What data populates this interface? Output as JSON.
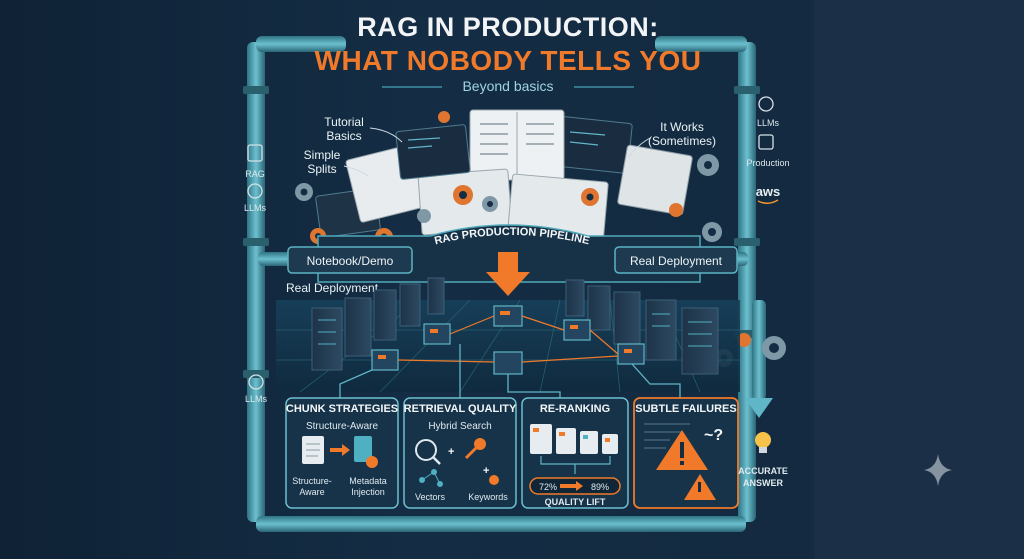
{
  "header": {
    "title_line1": "RAG IN PRODUCTION:",
    "title_line2": "WHAT NOBODY TELLS YOU",
    "subtitle": "Beyond basics"
  },
  "callouts": {
    "tutorial": "Tutorial",
    "basics": "Basics",
    "simple": "Simple",
    "splits": "Splits",
    "it_works": "It Works",
    "sometimes": "(Sometimes)"
  },
  "left_side": {
    "rag": "RAG",
    "llms": "LLMs",
    "llms_lower": "LLMs"
  },
  "right_side": {
    "llms": "LLMs",
    "production": "Production",
    "aws": "aws"
  },
  "pipeline": {
    "banner": "RAG PRODUCTION PIPELINE",
    "left_label": "Notebook/Demo",
    "right_label": "Real Deployment",
    "area_label": "Real Deployment"
  },
  "stages": [
    {
      "title": "CHUNK STRATEGIES",
      "subtitle": "Structure-Aware",
      "item1": "Structure-",
      "item1b": "Aware",
      "item2": "Metadata",
      "item2b": "Injection"
    },
    {
      "title": "RETRIEVAL QUALITY",
      "subtitle": "Hybrid Search",
      "item1": "Vectors",
      "item2": "Keywords"
    },
    {
      "title": "RE-RANKING",
      "from": "72%",
      "to": "89%",
      "footer": "QUALITY LIFT"
    },
    {
      "title": "SUBTLE FAILURES"
    }
  ],
  "result": {
    "line1": "ACCURATE",
    "line2": "ANSWER"
  },
  "colors": {
    "accent": "#f07a2a",
    "teal": "#3fa7b8",
    "pipe": "#4a9bab",
    "bg": "#0f2236"
  }
}
